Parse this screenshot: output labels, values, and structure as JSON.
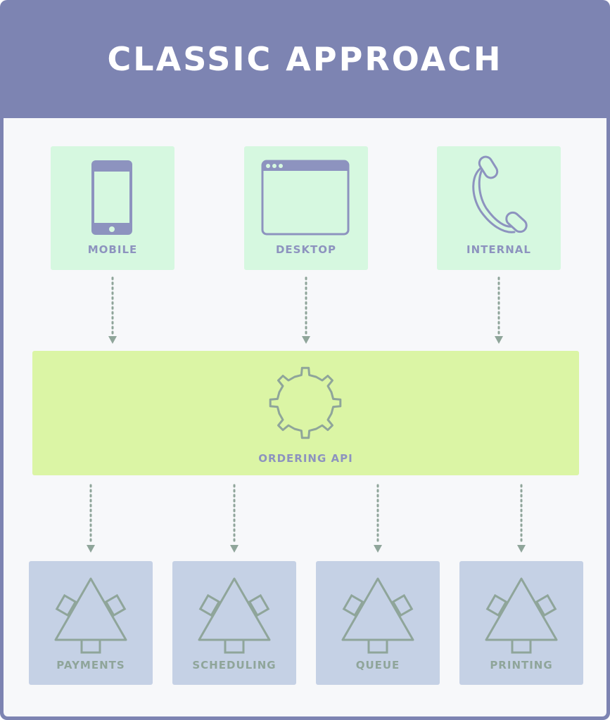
{
  "title": "CLASSIC APPROACH",
  "clients": [
    {
      "label": "MOBILE",
      "icon": "mobile-phone-icon"
    },
    {
      "label": "DESKTOP",
      "icon": "browser-window-icon"
    },
    {
      "label": "INTERNAL",
      "icon": "telephone-icon"
    }
  ],
  "api": {
    "label": "ORDERING API",
    "icon": "gear-icon"
  },
  "services": [
    {
      "label": "PAYMENTS",
      "icon": "service-triangle-icon"
    },
    {
      "label": "SCHEDULING",
      "icon": "service-triangle-icon"
    },
    {
      "label": "QUEUE",
      "icon": "service-triangle-icon"
    },
    {
      "label": "PRINTING",
      "icon": "service-triangle-icon"
    }
  ],
  "colors": {
    "header": "#7d84b2",
    "client_box": "#d6f8e0",
    "api_box": "#dbf5a5",
    "service_box": "#c5d1e5",
    "client_icon": "#8d93bf",
    "service_icon": "#8fa59a",
    "arrow": "#8fa59a"
  }
}
